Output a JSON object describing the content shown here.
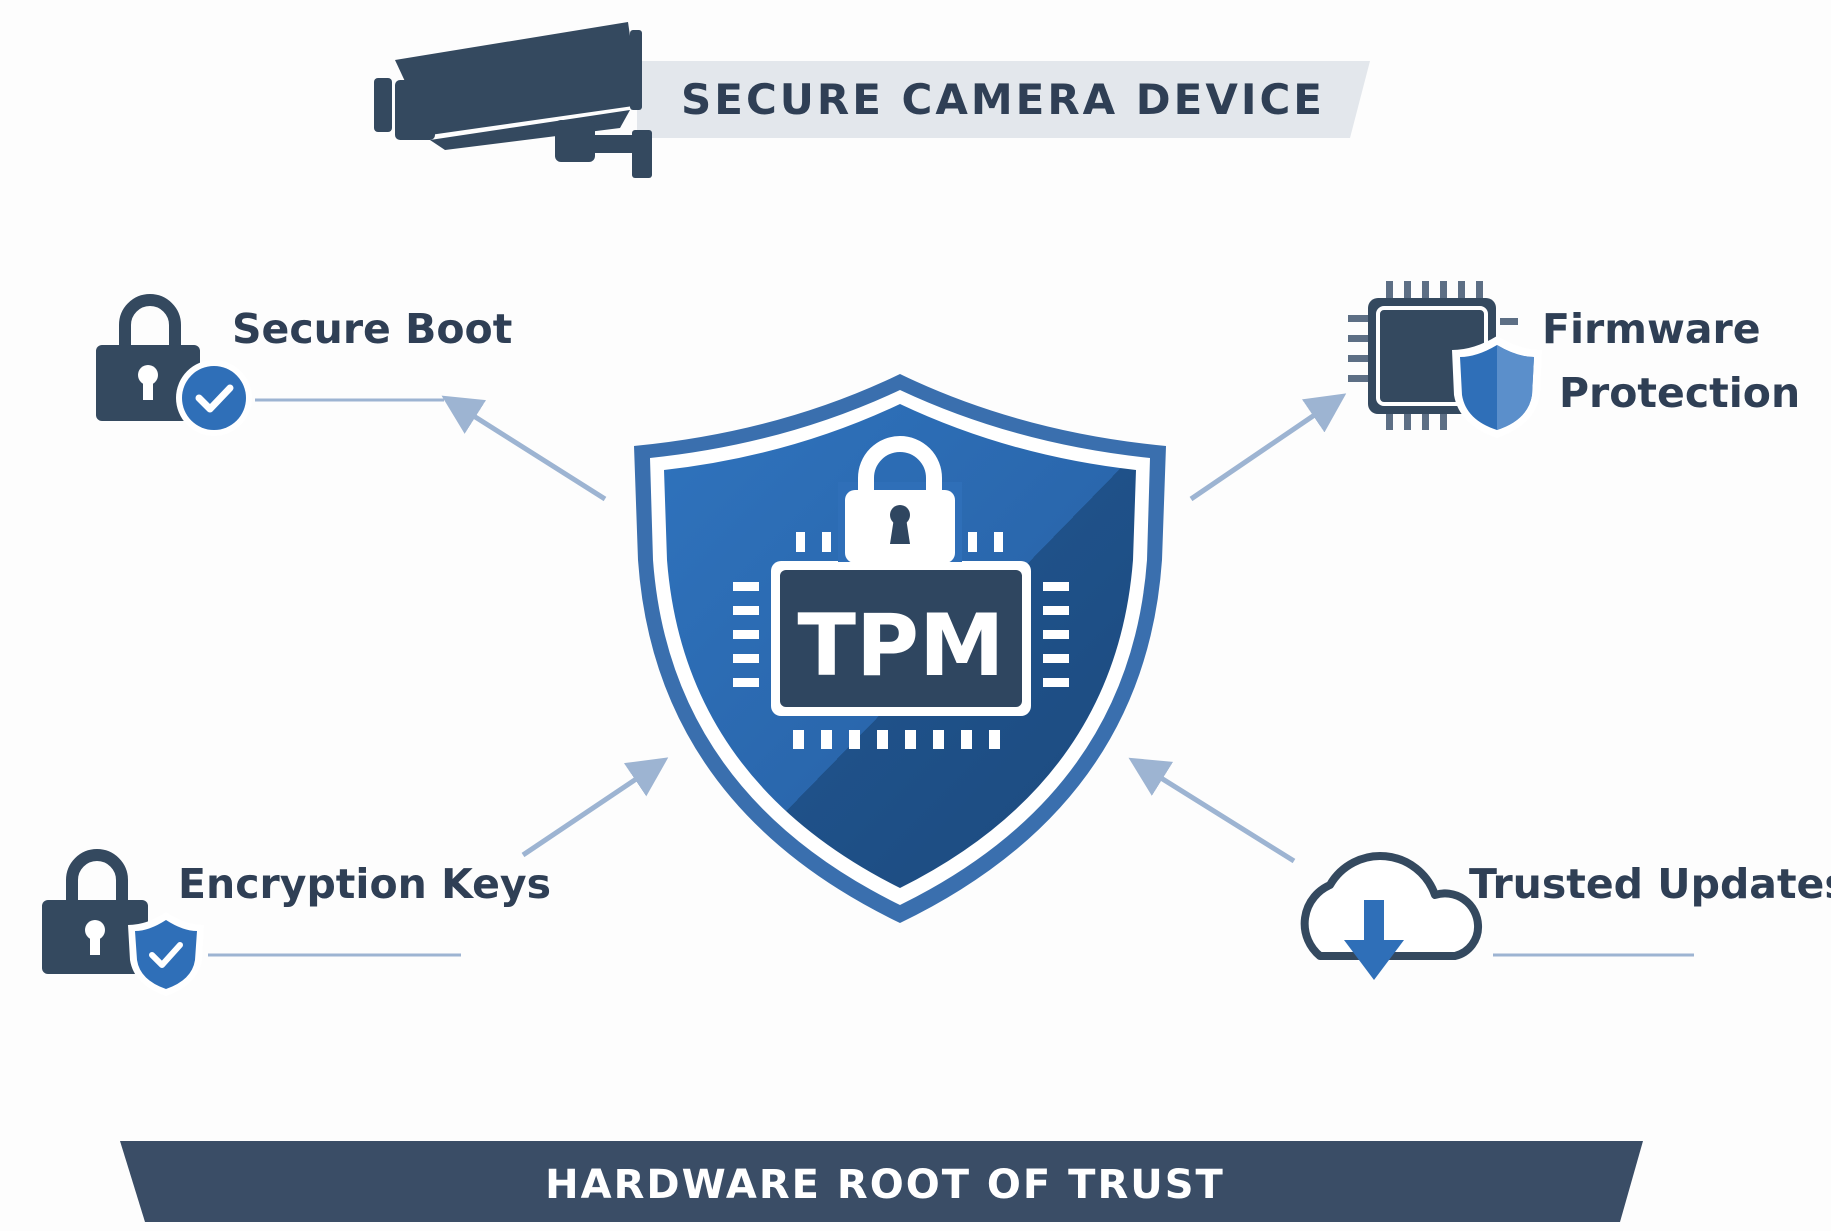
{
  "header": {
    "title": "SECURE CAMERA DEVICE"
  },
  "center": {
    "chip_label": "TPM"
  },
  "features": {
    "secure_boot": "Secure Boot",
    "firmware_line1": "Firmware",
    "firmware_line2": "Protection",
    "encryption_keys": "Encryption Keys",
    "trusted_updates": "Trusted Updates"
  },
  "footer": {
    "title": "HARDWARE ROOT OF TRUST"
  },
  "colors": {
    "dark": "#34495f",
    "blue": "#2f6fb8",
    "blue_dark": "#1f4f86",
    "arrow": "#9db4d2",
    "banner": "#e3e7ec"
  }
}
